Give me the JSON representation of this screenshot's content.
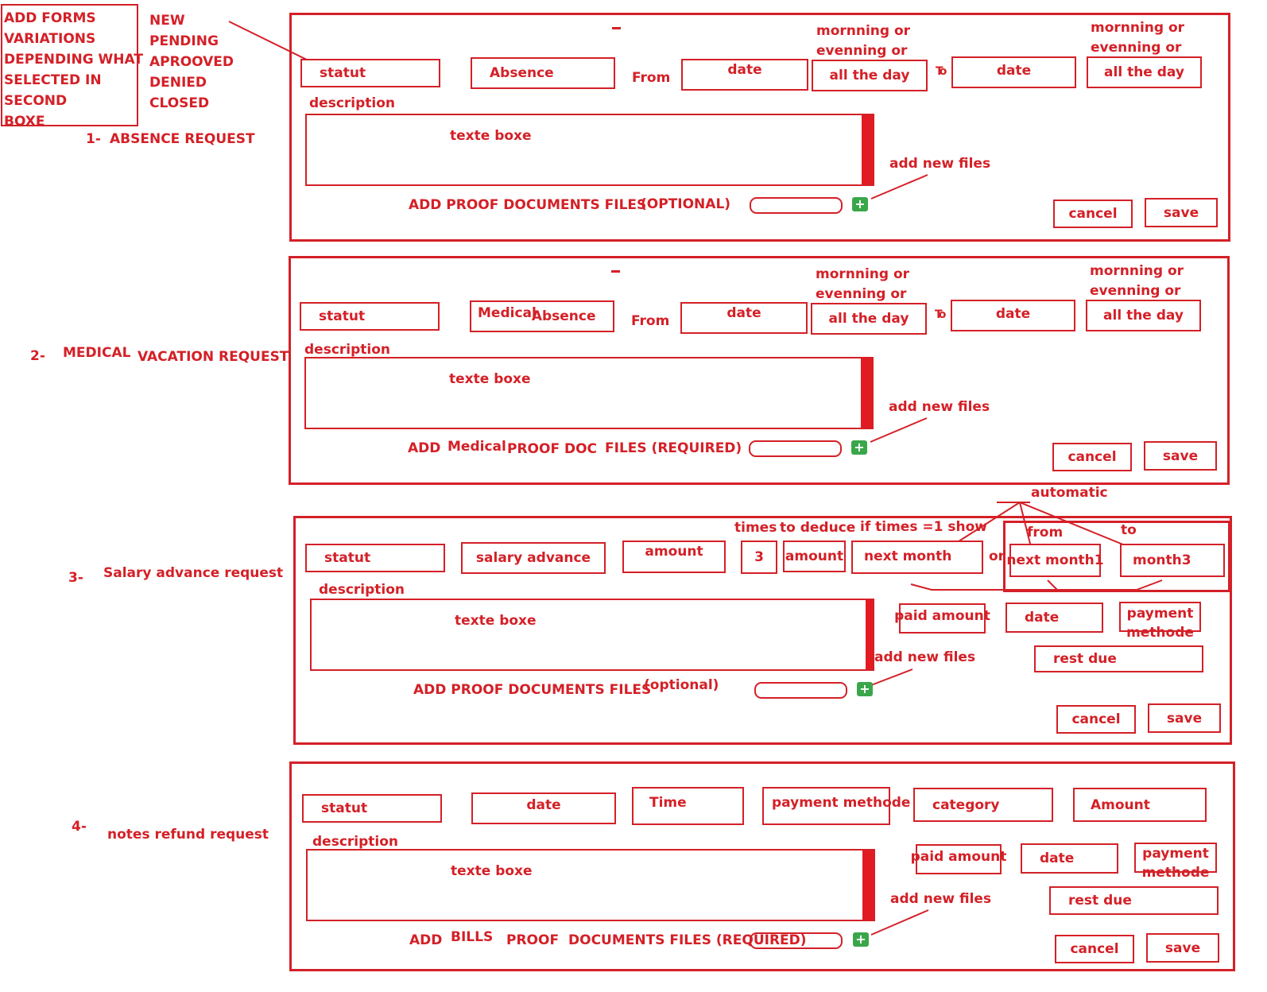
{
  "notes": {
    "variations": [
      "ADD FORMS",
      "VARIATIONS",
      "DEPENDING WHAT",
      "SELECTED IN",
      "SECOND",
      "BOXE"
    ],
    "statuses": [
      "NEW",
      "PENDING",
      "APROOVED",
      "DENIED",
      "CLOSED"
    ]
  },
  "common": {
    "statut": "statut",
    "from": "From",
    "to": "To",
    "date": "date",
    "all_the_day": "all the day",
    "morning_line1": "mornning or",
    "morning_line2": "evenning or",
    "description": "description",
    "texte_boxe": "texte boxe",
    "add_new_files": "add new files",
    "plus": "+",
    "cancel": "cancel",
    "save": "save"
  },
  "form1": {
    "title_num": "1-",
    "title": "ABSENCE REQUEST",
    "type": "Absence",
    "proof_label": "ADD PROOF DOCUMENTS FILES",
    "proof_note": "(OPTIONAL)"
  },
  "form2": {
    "title_num": "2-",
    "title_medical": "MEDICAL",
    "title_rest": "VACATION REQUEST",
    "type_medical": "Medical",
    "type": "Absence",
    "proof_add": "ADD",
    "proof_medical": "Medical",
    "proof_doc": "PROOF  DOC",
    "proof_files": "FILES (REQUIRED)"
  },
  "form3": {
    "title_num": "3-",
    "title": "Salary advance request",
    "type": "salary advance",
    "amount": "amount",
    "times_label": "times",
    "to_deduce_label": "to deduce",
    "times_value": "3",
    "amount2": "amount",
    "if_times": "if times =1 show",
    "next_month": "next month",
    "or": "or",
    "automatic": "automatic",
    "from_label": "from",
    "to_label": "to",
    "month1": "next month1",
    "month3": "month3",
    "paid_amount": "paid amount",
    "date": "date",
    "payment_methode_line1": "payment",
    "payment_methode_line2": "methode",
    "rest_due": "rest due",
    "proof_label": "ADD PROOF DOCUMENTS FILES",
    "proof_note": "(optional)"
  },
  "form4": {
    "title_num": "4-",
    "title": "notes refund request",
    "date": "date",
    "time": "Time",
    "payment_methode": "payment methode",
    "category": "category",
    "amount": "Amount",
    "paid_amount": "paid amount",
    "date2": "date",
    "payment_methode_line1": "payment",
    "payment_methode_line2": "methode",
    "rest_due": "rest due",
    "proof_add": "ADD",
    "proof_bills": "BILLS",
    "proof_proof": "PROOF",
    "proof_files": "DOCUMENTS FILES  (REQUIRED)"
  }
}
